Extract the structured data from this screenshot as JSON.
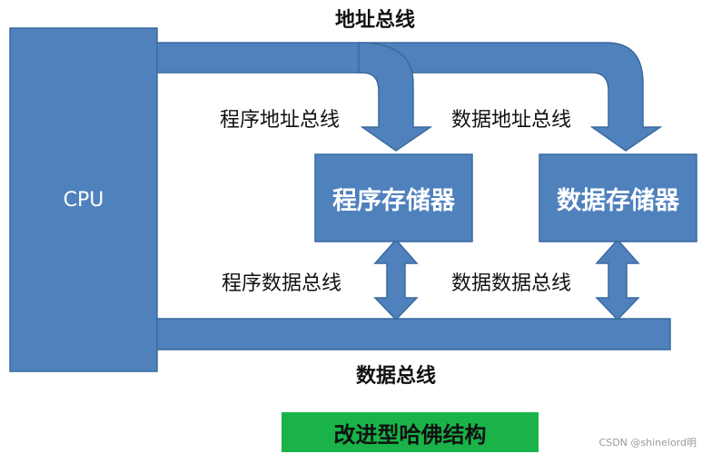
{
  "colors": {
    "fill": "#4f81bd",
    "stroke": "#3a6a9f",
    "caption_bg": "#19b34a"
  },
  "labels": {
    "top_bus": "地址总线",
    "program_address_bus": "程序地址总线",
    "data_address_bus": "数据地址总线",
    "program_data_bus": "程序数据总线",
    "data_data_bus": "数据数据总线",
    "bottom_bus": "数据总线"
  },
  "blocks": {
    "cpu": "CPU",
    "program_memory": "程序存储器",
    "data_memory": "数据存储器"
  },
  "caption": "改进型哈佛结构",
  "watermark": "CSDN @shinelord明"
}
